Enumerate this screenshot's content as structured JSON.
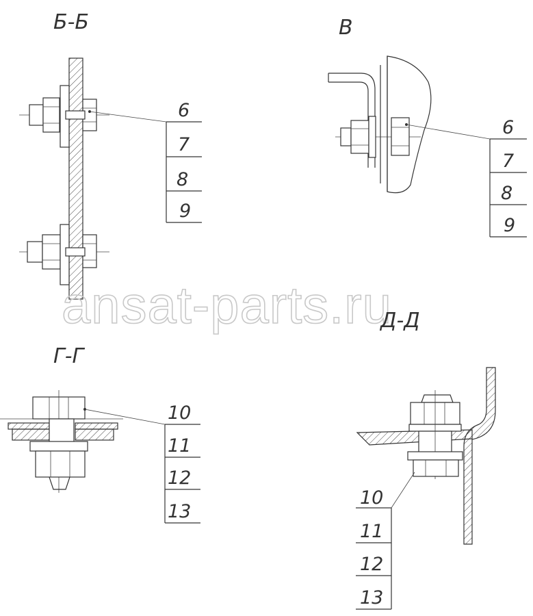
{
  "views": {
    "bb": {
      "title": "Б-Б",
      "items": [
        "6",
        "7",
        "8",
        "9"
      ]
    },
    "v": {
      "title": "В",
      "items": [
        "6",
        "7",
        "8",
        "9"
      ]
    },
    "gg": {
      "title": "Г-Г",
      "items": [
        "10",
        "11",
        "12",
        "13"
      ]
    },
    "dd": {
      "title": "Д-Д",
      "items": [
        "10",
        "11",
        "12",
        "13"
      ]
    }
  },
  "watermark": "ansat-parts.ru"
}
